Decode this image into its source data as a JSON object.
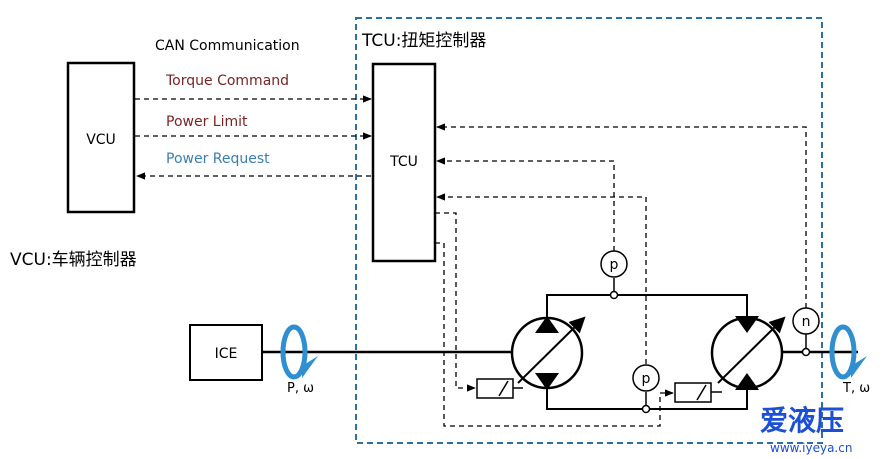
{
  "diagram": {
    "can_label": "CAN Communication",
    "vcu_box": "VCU",
    "tcu_box": "TCU",
    "ice_box": "ICE",
    "vcu_caption": "VCU:车辆控制器",
    "tcu_caption": "TCU:扭矩控制器",
    "signals": {
      "torque_command": "Torque Command",
      "power_limit": "Power Limit",
      "power_request": "Power Request"
    },
    "sensors": {
      "pressure_top": "p",
      "pressure_bottom": "p",
      "speed": "n"
    },
    "input_shaft_label": "P, ω",
    "output_shaft_label": "T, ω",
    "watermark": {
      "brand": "爱液压",
      "url": "www.iyeya.cn"
    }
  },
  "colors": {
    "tcu_region_border": "#2d6fa3",
    "signal_dark_red": "#7b2323",
    "signal_blue": "#3a7fb0",
    "rotation_arrow": "#2f8fd0",
    "watermark_blue": "#1b4fd6"
  }
}
